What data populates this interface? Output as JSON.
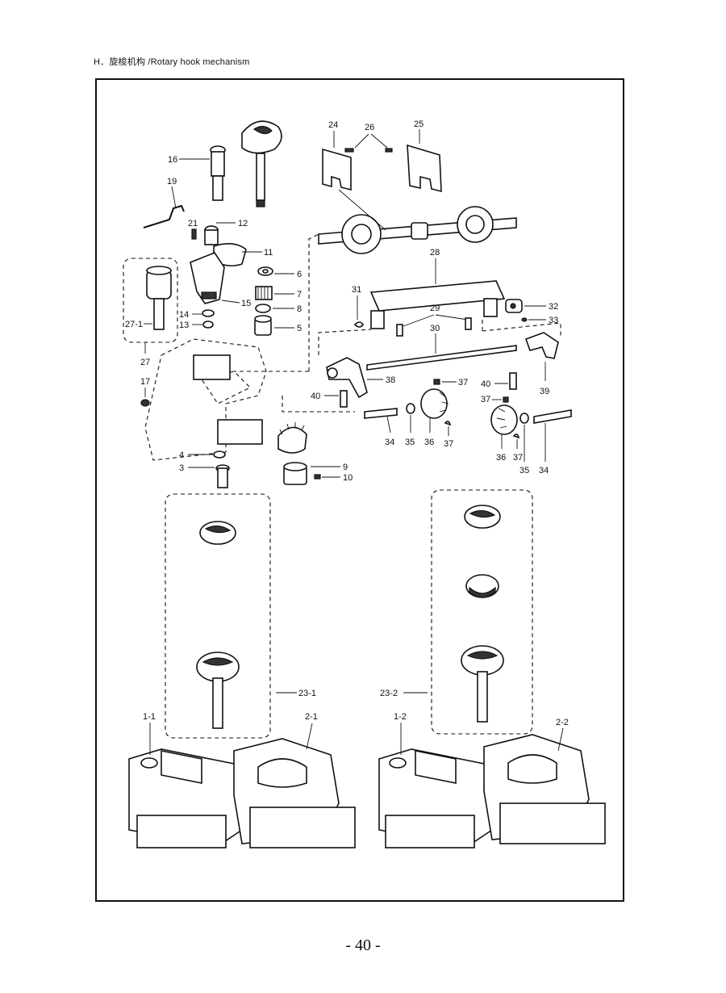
{
  "header": {
    "title": "H．旋梭机构 /Rotary hook mechanism"
  },
  "footer": {
    "page_number": "- 40 -"
  },
  "callouts": {
    "c16": "16",
    "c19": "19",
    "c21": "21",
    "c12": "12",
    "c11": "11",
    "c6": "6",
    "c7": "7",
    "c8": "8",
    "c5": "5",
    "c15": "15",
    "c14": "14",
    "c13": "13",
    "c27_1": "27-1",
    "c27": "27",
    "c17": "17",
    "c4": "4",
    "c3": "3",
    "c9": "9",
    "c10": "10",
    "c24": "24",
    "c26": "26",
    "c25": "25",
    "c28": "28",
    "c31": "31",
    "c29": "29",
    "c32": "32",
    "c33": "33",
    "c30": "30",
    "c38": "38",
    "c37a": "37",
    "c40a": "40",
    "c39": "39",
    "c40b": "40",
    "c37b": "37",
    "c34a": "34",
    "c35a": "35",
    "c36a": "36",
    "c37c": "37",
    "c36b": "36",
    "c37d": "37",
    "c35b": "35",
    "c34b": "34",
    "c23_1": "23-1",
    "c23_2": "23-2",
    "c1_1": "1-1",
    "c2_1": "2-1",
    "c1_2": "1-2",
    "c2_2": "2-2"
  }
}
